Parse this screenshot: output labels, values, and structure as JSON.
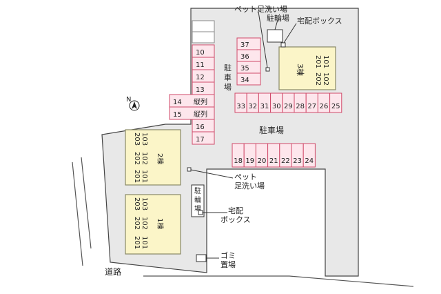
{
  "colors": {
    "lot": "#e8e8e8",
    "road_line": "#555555",
    "outline": "#444444",
    "parking_fill": "#fde6ec",
    "parking_stroke": "#d04a6a",
    "building_fill": "#fbf5c8",
    "building_stroke": "#888866",
    "bike_fill": "#ffffff"
  },
  "labels": {
    "pet_wash_top": "ペット足洗い場",
    "bike_parking_top": "駐輪場",
    "delivery_box_top": "宅配ボックス",
    "parking_lot_vertical": "駐車場",
    "parking_lot_center": "駐車場",
    "pet_wash_right_line1": "ペット",
    "pet_wash_right_line2": "足洗い場",
    "bike_parking_left": "駐輪場",
    "delivery_box_right_line1": "宅配",
    "delivery_box_right_line2": "ボックス",
    "garbage_line1": "ゴミ",
    "garbage_line2": "置場",
    "road": "道路",
    "north": "N"
  },
  "parking": {
    "left_column": [
      "10",
      "11",
      "12",
      "13",
      "14",
      "15",
      "16",
      "17"
    ],
    "left_column_tags": {
      "14": "縦列",
      "15": "縦列"
    },
    "top_stack": [
      "37",
      "36",
      "35",
      "34"
    ],
    "middle_row": [
      "33",
      "32",
      "31",
      "30",
      "29",
      "28",
      "27",
      "26",
      "25"
    ],
    "bottom_row": [
      "18",
      "19",
      "20",
      "21",
      "22",
      "23",
      "24"
    ]
  },
  "buildings": [
    {
      "name": "3棟",
      "units_row1": [
        "201",
        "101"
      ],
      "units_row2": [
        "202",
        "102"
      ]
    },
    {
      "name": "2棟",
      "units_col1": [
        "203",
        "103"
      ],
      "units_col2": [
        "202",
        "102"
      ],
      "units_col3": [
        "201",
        "101"
      ]
    },
    {
      "name": "1棟",
      "units_col1": [
        "203",
        "103"
      ],
      "units_col2": [
        "202",
        "102"
      ],
      "units_col3": [
        "201",
        "101"
      ]
    }
  ]
}
